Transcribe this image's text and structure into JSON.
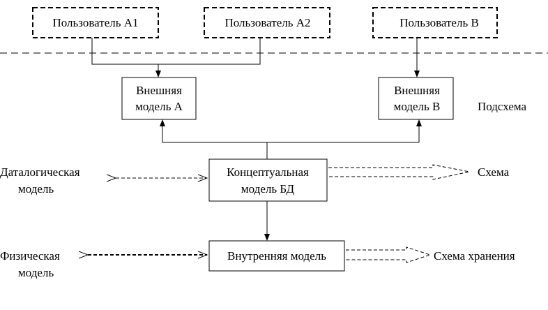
{
  "users": {
    "a1": "Пользователь А1",
    "a2": "Пользователь А2",
    "b": "Пользователь В"
  },
  "external": {
    "a_line1": "Внешняя",
    "a_line2": "модель А",
    "b_line1": "Внешняя",
    "b_line2": "модель В"
  },
  "conceptual": {
    "line1": "Концептуальная",
    "line2": "модель БД"
  },
  "internal": "Внутренняя модель",
  "labels": {
    "subschema": "Подсхема",
    "datalogical_line1": "Даталогическая",
    "datalogical_line2": "модель",
    "schema": "Схема",
    "physical_line1": "Физическая",
    "physical_line2": "модель",
    "storage_schema": "Схема хранения"
  }
}
